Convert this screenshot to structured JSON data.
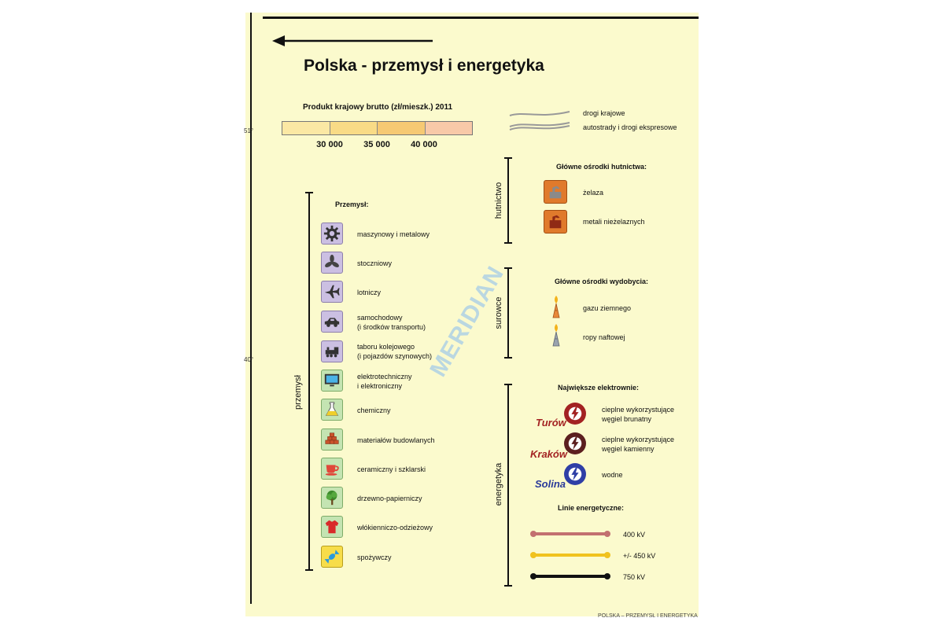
{
  "title": "Polska - przemysł i energetyka",
  "coords": {
    "c51": "51°",
    "c40": "40°"
  },
  "pkb": {
    "title": "Produkt krajowy brutto (zł/mieszk.) 2011",
    "labels": [
      "30 000",
      "35 000",
      "40 000"
    ],
    "colors": [
      "#fbe8a4",
      "#f9db86",
      "#f6c973",
      "#f8c9a8"
    ]
  },
  "roads": {
    "national": "drogi krajowe",
    "motorways": "autostrady i drogi ekspresowe"
  },
  "brackets": {
    "przemysl": "przemysł",
    "hutnictwo": "hutnictwo",
    "surowce": "surowce",
    "energetyka": "energetyka"
  },
  "industry": {
    "heading": "Przemysł:",
    "items": [
      {
        "icon": "gear-icon",
        "style": "purple",
        "lines": [
          "maszynowy i metalowy"
        ]
      },
      {
        "icon": "propeller-icon",
        "style": "purple",
        "lines": [
          "stoczniowy"
        ]
      },
      {
        "icon": "airplane-icon",
        "style": "purple",
        "lines": [
          "lotniczy"
        ]
      },
      {
        "icon": "car-icon",
        "style": "purple",
        "lines": [
          "samochodowy",
          "(i środków transportu)"
        ]
      },
      {
        "icon": "locomotive-icon",
        "style": "purple",
        "lines": [
          "taboru kolejowego",
          "(i pojazdów szynowych)"
        ]
      },
      {
        "icon": "monitor-icon",
        "style": "green",
        "lines": [
          "elektrotechniczny",
          "i elektroniczny"
        ]
      },
      {
        "icon": "flask-icon",
        "style": "green",
        "lines": [
          "chemiczny"
        ]
      },
      {
        "icon": "bricks-icon",
        "style": "green",
        "lines": [
          "materiałów budowlanych"
        ]
      },
      {
        "icon": "cup-icon",
        "style": "green",
        "lines": [
          "ceramiczny i szklarski"
        ]
      },
      {
        "icon": "tree-icon",
        "style": "green",
        "lines": [
          "drzewno-papierniczy"
        ]
      },
      {
        "icon": "shirt-icon",
        "style": "green",
        "lines": [
          "włókienniczo-odzieżowy"
        ]
      },
      {
        "icon": "candy-icon",
        "style": "yellow",
        "lines": [
          "spożywczy"
        ]
      }
    ]
  },
  "metallurgy": {
    "heading": "Główne ośrodki hutnictwa:",
    "items": [
      {
        "icon": "iron-works-icon",
        "label": "żelaza"
      },
      {
        "icon": "nonferrous-works-icon",
        "label": "metali nieżelaznych"
      }
    ]
  },
  "resources": {
    "heading": "Główne ośrodki wydobycia:",
    "items": [
      {
        "icon": "gas-flame-icon",
        "label": "gazu ziemnego",
        "color": "#e8883a"
      },
      {
        "icon": "oil-flame-icon",
        "label": "ropy naftowej",
        "color": "#9aa3ae"
      }
    ]
  },
  "power": {
    "heading": "Największe elektrownie:",
    "items": [
      {
        "city": "Turów",
        "city_color": "#a32222",
        "circle_color": "#a32222",
        "lines": [
          "cieplne wykorzystujące",
          "węgiel brunatny"
        ]
      },
      {
        "city": "Kraków",
        "city_color": "#a32222",
        "circle_color": "#5c1f1f",
        "lines": [
          "cieplne wykorzystujące",
          "węgiel kamienny"
        ]
      },
      {
        "city": "Solina",
        "city_color": "#2a3a9a",
        "circle_color": "#2f3fa6",
        "lines": [
          "wodne"
        ]
      }
    ],
    "lines_heading": "Linie energetyczne:",
    "lines": [
      {
        "label": "400 kV",
        "color": "#c27070"
      },
      {
        "label": "+/- 450 kV",
        "color": "#f0c21e"
      },
      {
        "label": "750 kV",
        "color": "#111111"
      }
    ]
  },
  "watermark": "MERIDIAN",
  "footer": "POLSKA – PRZEMYSŁ I ENERGETYKA"
}
